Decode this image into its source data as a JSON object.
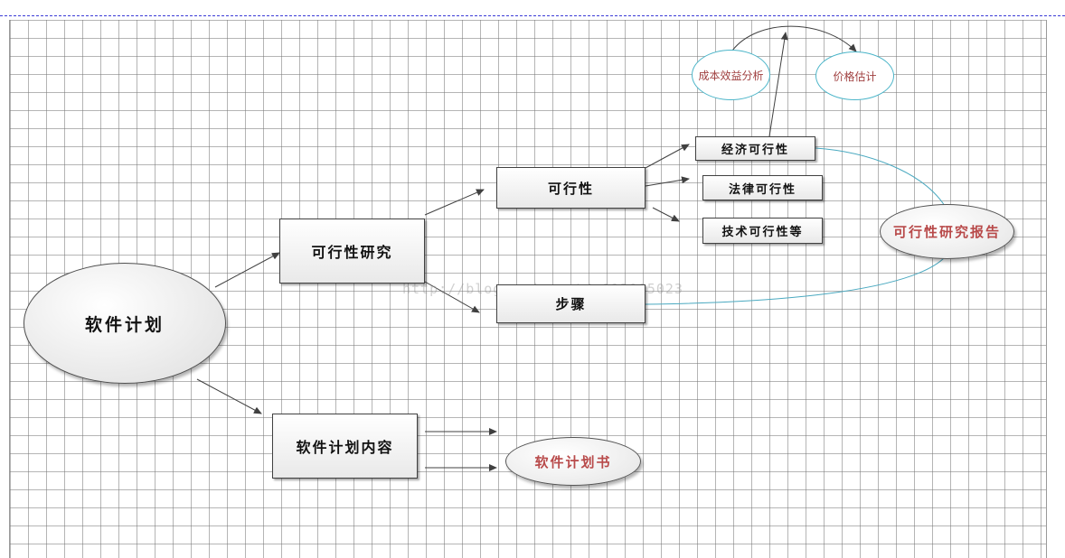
{
  "nodes": {
    "root": "软件计划",
    "feasibility_study": "可行性研究",
    "plan_contents": "软件计划内容",
    "feasibility": "可行性",
    "steps": "步骤",
    "economic": "经济可行性",
    "legal": "法律可行性",
    "technical": "技术可行性等",
    "cost_benefit": "成本效益分析",
    "price_estimate": "价格估计",
    "feasibility_report": "可行性研究报告",
    "plan_document": "软件计划书"
  },
  "watermark": "http://blog.csdn.net/u013005023",
  "colors": {
    "arrow": "#404040",
    "connector": "#4aa9c0",
    "report_text": "#b84a4a",
    "grid_line": "#8c8c8c"
  }
}
